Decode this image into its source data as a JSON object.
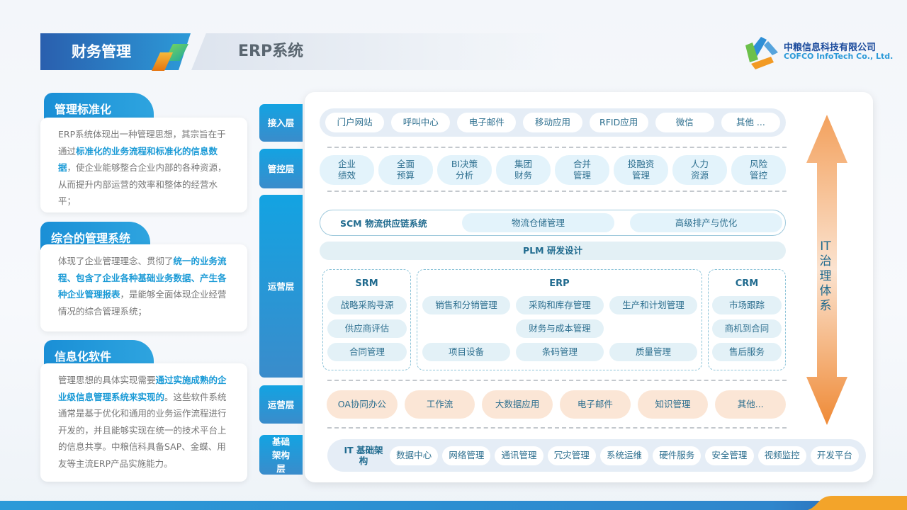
{
  "header": {
    "section": "财务管理",
    "title": "ERP系统"
  },
  "logo": {
    "cn": "中粮信息科技有限公司",
    "en": "COFCO InfoTech Co., Ltd."
  },
  "cards": [
    {
      "title": "管理标准化",
      "parts": [
        [
          "ERP系统体现出一种管理思想，其宗旨在于通过",
          0
        ],
        [
          "标准化的业务流程和标准化的信息数据",
          1
        ],
        [
          "，使企业能够整合企业内部的各种资源，从而提升内部运营的效率和整体的经营水平；",
          0
        ]
      ]
    },
    {
      "title": "综合的管理系统",
      "parts": [
        [
          "体现了企业管理理念、贯彻了",
          0
        ],
        [
          "统一的业务流程、包含了企业各种基础业务数据、产生各种企业管理报表",
          1
        ],
        [
          "，是能够全面体现企业经营情况的综合管理系统；",
          0
        ]
      ]
    },
    {
      "title": "信息化软件",
      "parts": [
        [
          "管理思想的具体实现需要",
          0
        ],
        [
          "通过实施成熟的企业级信息管理系统来实现的",
          1
        ],
        [
          "。这些软件系统通常是基于优化和通用的业务运作流程进行开发的，并且能够实现在统一的技术平台上的信息共享。中粮信科具备SAP、金蝶、用友等主流ERP产品实施能力。",
          0
        ]
      ]
    }
  ],
  "layers": {
    "access": "接入层",
    "control": "管控层",
    "ops": "运营层",
    "ops2": "运营层",
    "infra": "基础架构层"
  },
  "access_items": [
    "门户网站",
    "呼叫中心",
    "电子邮件",
    "移动应用",
    "RFID应用",
    "微信",
    "其他 ..."
  ],
  "control_items": [
    "企业绩效",
    "全面预算",
    "BI决策分析",
    "集团财务",
    "合并管理",
    "投融资管理",
    "人力资源",
    "风险管控"
  ],
  "scm": {
    "title": "SCM 物流供应链系统",
    "items": [
      "物流仓储管理",
      "高级排产与优化"
    ]
  },
  "plm": "PLM 研发设计",
  "srm": {
    "title": "SRM",
    "items": [
      "战略采购寻源",
      "供应商评估",
      "合同管理"
    ]
  },
  "erp": {
    "title": "ERP",
    "items": [
      "销售和分销管理",
      "采购和库存管理",
      "生产和计划管理",
      "财务与成本管理",
      "项目设备",
      "条码管理",
      "质量管理"
    ]
  },
  "crm": {
    "title": "CRM",
    "items": [
      "市场跟踪",
      "商机到合同",
      "售后服务"
    ]
  },
  "oa_items": [
    "OA协同办公",
    "工作流",
    "大数据应用",
    "电子邮件",
    "知识管理",
    "其他..."
  ],
  "it": {
    "title": "IT 基础架构",
    "items": [
      "数据中心",
      "网络管理",
      "通讯管理",
      "冗灾管理",
      "系统运维",
      "硬件服务",
      "安全管理",
      "视频监控",
      "开发平台"
    ]
  },
  "governance": "IT治理体系"
}
